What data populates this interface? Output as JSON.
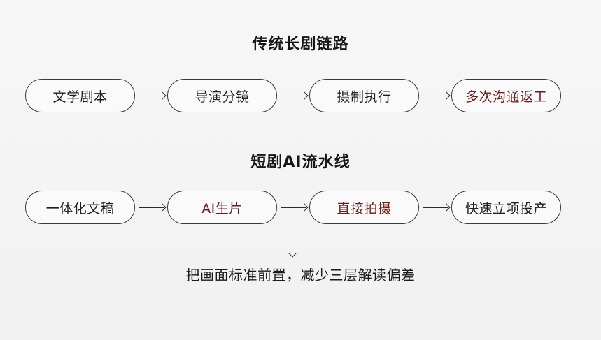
{
  "traditional": {
    "title": "传统长剧链路",
    "steps": [
      {
        "label": "文学剧本"
      },
      {
        "label": "导演分镜"
      },
      {
        "label": "摄制执行"
      },
      {
        "label": "多次沟通返工",
        "highlight": true
      }
    ]
  },
  "ai_pipeline": {
    "title": "短剧AI流水线",
    "steps": [
      {
        "label": "一体化文稿"
      },
      {
        "label": "AI生片",
        "highlight": true
      },
      {
        "label": "直接拍摄",
        "highlight": true
      },
      {
        "label": "快速立项投产"
      }
    ],
    "note": "把画面标准前置，减少三层解读偏差"
  },
  "colors": {
    "background": "#f4f4f4",
    "box_border": "#3a3a3a",
    "highlight_text": "#6a1e1e",
    "normal_text": "#1f1f1f"
  },
  "icons": {
    "flow_arrow": "arrow-right-icon",
    "down_arrow": "arrow-down-icon"
  }
}
